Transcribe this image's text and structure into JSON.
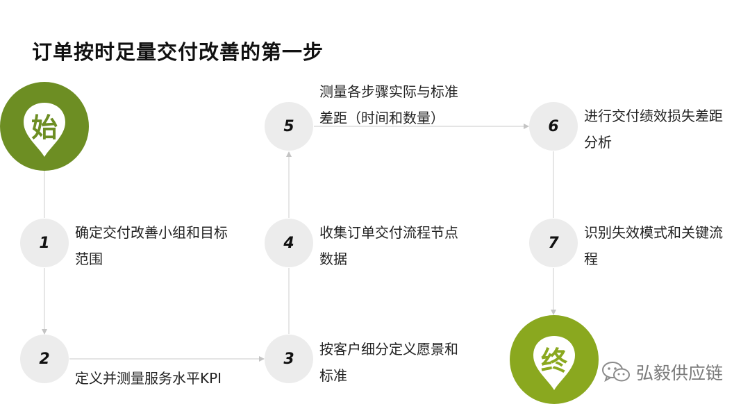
{
  "title": "订单按时足量交付改善的第一步",
  "start_marker": "始",
  "end_marker": "终",
  "steps": [
    {
      "number": "1",
      "label_lines": [
        "确定交付改善小组和目标",
        "范围"
      ]
    },
    {
      "number": "2",
      "label_lines": [
        "定义并测量服务水平KPI"
      ]
    },
    {
      "number": "3",
      "label_lines": [
        "按客户细分定义愿景和",
        "标准"
      ]
    },
    {
      "number": "4",
      "label_lines": [
        "收集订单交付流程节点",
        "数据"
      ]
    },
    {
      "number": "5",
      "label_lines": [
        "测量各步骤实际与标准",
        "差距（时间和数量）"
      ]
    },
    {
      "number": "6",
      "label_lines": [
        "进行交付绩效损失差距",
        "分析"
      ]
    },
    {
      "number": "7",
      "label_lines": [
        "识别失效模式和关键流",
        "程"
      ]
    }
  ],
  "watermark": "弘毅供应链",
  "colors": {
    "start": "#6d8e23",
    "end": "#8aa81f",
    "node": "#ececec",
    "connector": "#d4d4d4"
  }
}
